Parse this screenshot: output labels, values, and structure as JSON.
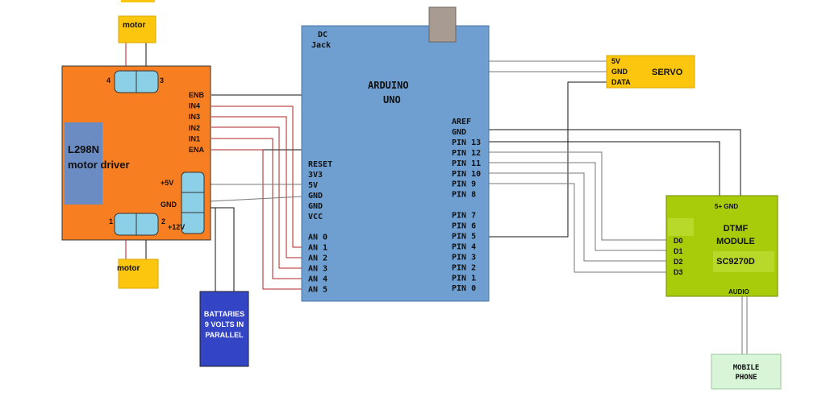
{
  "motor_top": {
    "label": "motor"
  },
  "motor_bottom": {
    "label": "motor"
  },
  "driver": {
    "title_line1": "L298N",
    "title_line2": "motor driver",
    "pins": [
      "ENB",
      "IN4",
      "IN3",
      "IN2",
      "IN1",
      "ENA"
    ],
    "power_5v": "+5V",
    "power_gnd": "GND",
    "power_12v": "+12V",
    "term_4": "4",
    "term_3": "3",
    "term_1": "1",
    "term_2": "2"
  },
  "battery": {
    "line1": "BATTARIES",
    "line2": "9 VOLTS IN",
    "line3": "PARALLEL"
  },
  "arduino": {
    "dc_jack_line1": "DC",
    "dc_jack_line2": "Jack",
    "title_line1": "ARDUINO",
    "title_line2": "UNO",
    "left_pins": [
      "RESET",
      "3V3",
      "5V",
      "GND",
      "GND",
      "VCC",
      "",
      "AN 0",
      "AN 1",
      "AN 2",
      "AN 3",
      "AN 4",
      "AN 5"
    ],
    "right_pins": [
      "AREF",
      "GND",
      "PIN 13",
      "PIN 12",
      "PIN 11",
      "PIN 10",
      "PIN 9",
      "PIN 8",
      "",
      "PIN 7",
      "PIN 6",
      "PIN 5",
      "PIN 4",
      "PIN 3",
      "PIN 2",
      "PIN 1",
      "PIN 0"
    ]
  },
  "servo": {
    "title": "SERVO",
    "pins": [
      "5V",
      "GND",
      "DATA"
    ]
  },
  "dtmf": {
    "line1": "DTMF",
    "line2": "MODULE",
    "line3": "SC9270D",
    "top_pins": "5+  GND",
    "data_pins": [
      "D0",
      "D1",
      "D2",
      "D3"
    ],
    "audio": "AUDIO"
  },
  "phone": {
    "line1": "MOBILE",
    "line2": "PHONE"
  },
  "colors": {
    "driver": "#f77f22",
    "arduino": "#6f9fd0",
    "dtmf": "#a8cc0a",
    "module": "#fcc50e",
    "battery": "#3344c4",
    "phone": "#d8f5d8",
    "connector": "#8cd0e8",
    "heatsink": "#6b8cc2"
  }
}
